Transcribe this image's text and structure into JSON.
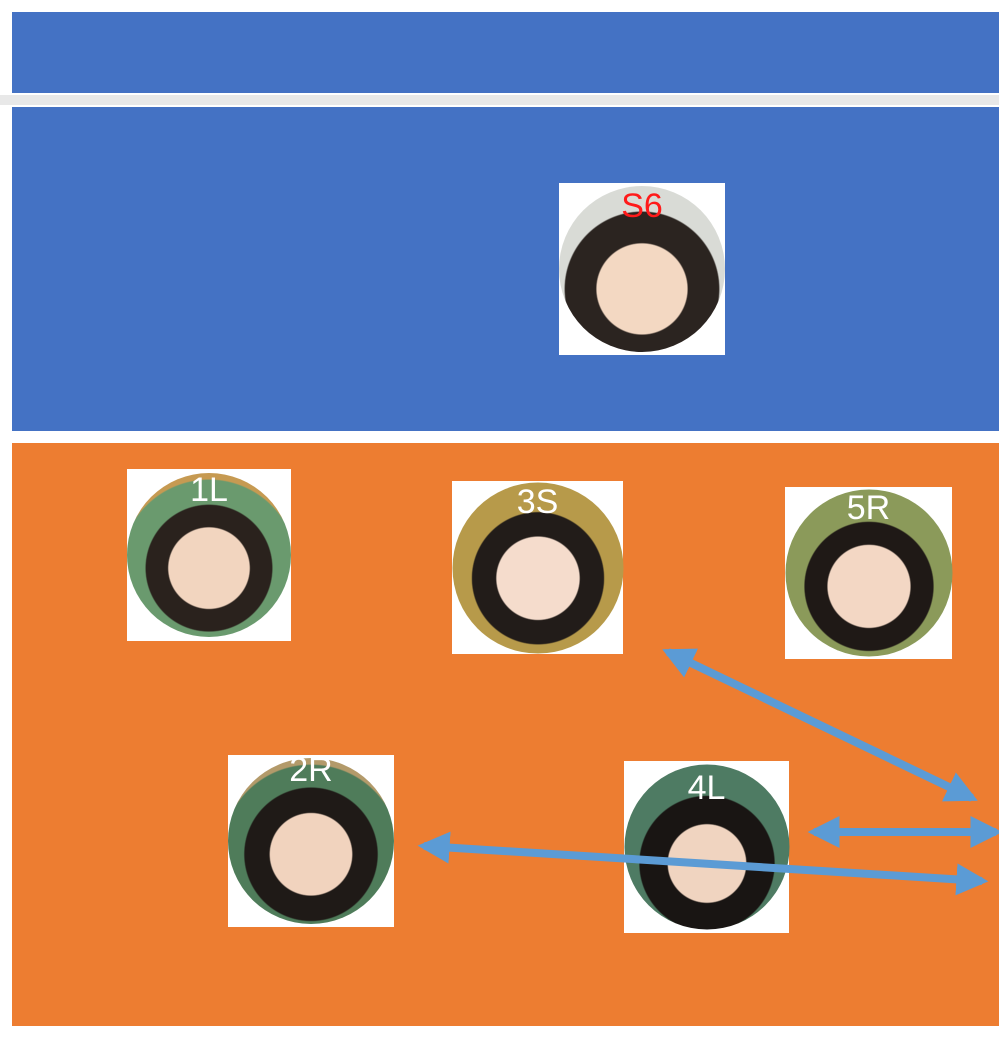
{
  "court": {
    "colors": {
      "opponent_side": "#4472c4",
      "home_side": "#ed7d31",
      "net": "#e8e8e8",
      "arrow": "#5b9bd5",
      "label_default": "#ffffff",
      "label_setter_opponent": "#ff1a1a"
    }
  },
  "players": {
    "s6": {
      "label": "S6",
      "icon": "player-photo-avatar"
    },
    "p1l": {
      "label": "1L",
      "icon": "player-photo-avatar"
    },
    "p3s": {
      "label": "3S",
      "icon": "player-photo-avatar"
    },
    "p5r": {
      "label": "5R",
      "icon": "player-photo-avatar"
    },
    "p2r": {
      "label": "2R",
      "icon": "player-photo-avatar"
    },
    "p4l": {
      "label": "4L",
      "icon": "player-photo-avatar"
    }
  },
  "arrows": [
    {
      "name": "arrow-3s-diagonal",
      "type": "double-headed"
    },
    {
      "name": "arrow-4l-horizontal",
      "type": "double-headed"
    },
    {
      "name": "arrow-2r-long",
      "type": "double-headed"
    }
  ]
}
